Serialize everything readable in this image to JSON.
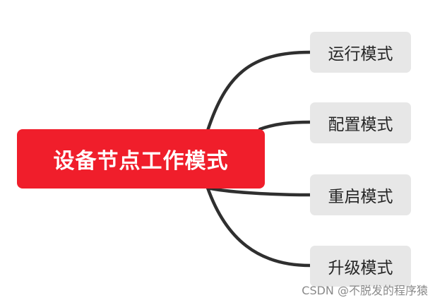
{
  "mindmap": {
    "root": {
      "label": "设备节点工作模式",
      "color": "#f01e2b",
      "text_color": "#ffffff"
    },
    "branches": [
      {
        "label": "运行模式"
      },
      {
        "label": "配置模式"
      },
      {
        "label": "重启模式"
      },
      {
        "label": "升级模式"
      }
    ],
    "node_color": "#e7e7e7",
    "node_text_color": "#262626",
    "connector_color": "#2f2f2f"
  },
  "watermark": {
    "text": "CSDN @不脱发的程序猿"
  }
}
